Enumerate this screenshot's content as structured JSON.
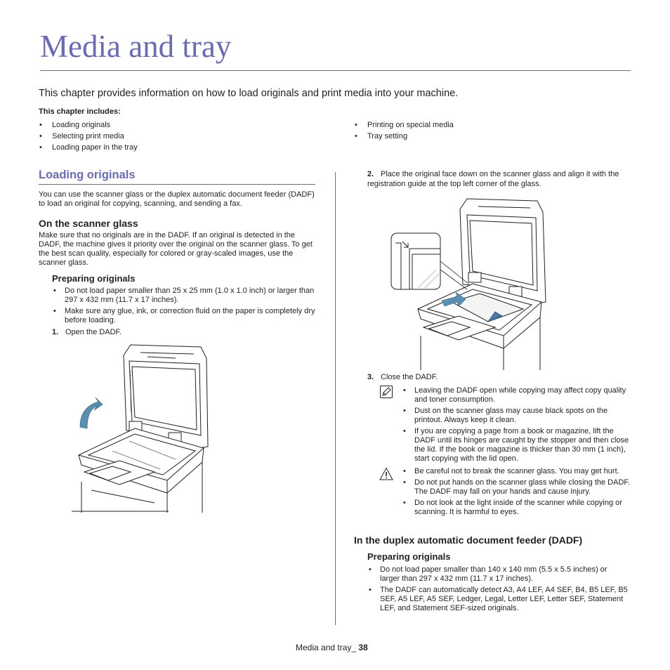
{
  "header": {
    "title": "Media and tray",
    "intro": "This chapter provides information on how to load originals and print media into your machine.",
    "includes_label": "This chapter includes:",
    "toc_left": [
      "Loading originals",
      "Selecting print media",
      "Loading paper in the tray"
    ],
    "toc_right": [
      "Printing on special media",
      "Tray setting"
    ]
  },
  "section": {
    "title": "Loading originals",
    "intro": "You can use the scanner glass or the duplex automatic document feeder (DADF) to load an original for copying, scanning, and sending a fax."
  },
  "scanner_glass": {
    "heading": "On the scanner glass",
    "text": "Make sure that no originals are in the DADF. If an original is detected in the DADF, the machine gives it priority over the original on the scanner glass. To get the best scan quality, especially for colored or gray-scaled images, use the scanner glass.",
    "prep_heading": "Preparing originals",
    "prep_items": [
      "Do not load paper smaller than 25 x 25 mm (1.0 x 1.0 inch) or larger than 297 x 432 mm (11.7 x 17 inches).",
      "Make sure any glue, ink, or correction fluid on the paper is completely dry before loading."
    ],
    "steps": [
      {
        "num": "1.",
        "text": "Open the DADF."
      },
      {
        "num": "2.",
        "text": "Place the original face down on the scanner glass and align it with the registration guide at the top left corner of the glass."
      },
      {
        "num": "3.",
        "text": "Close the DADF."
      }
    ],
    "notes": [
      "Leaving the DADF open while copying may affect copy quality and toner consumption.",
      "Dust on the scanner glass may cause black spots on the printout. Always keep it clean.",
      "If you are copying a page from a book or magazine, lift the DADF until its hinges are caught by the stopper and then close the lid. If the book or magazine is thicker than 30 mm (1 inch), start copying with the lid open."
    ],
    "warnings": [
      "Be careful not to break the scanner glass. You may get hurt.",
      "Do not put hands on the scanner glass while closing the DADF. The DADF may fall on your hands and cause injury.",
      "Do not look at the light inside of the scanner while copying or scanning. It is harmful to eyes."
    ]
  },
  "dadf": {
    "heading": "In the duplex automatic document feeder (DADF)",
    "prep_heading": "Preparing originals",
    "prep_items": [
      "Do not load paper smaller than 140 x 140 mm (5.5 x 5.5 inches) or larger than 297 x 432 mm (11.7 x 17 inches).",
      "The DADF can automatically detect A3, A4 LEF, A4 SEF, B4, B5 LEF, B5 SEF, A5 LEF, A5 SEF, Ledger, Legal, Letter LEF, Letter SEF, Statement LEF, and Statement SEF-sized originals."
    ]
  },
  "footer": {
    "label": "Media and tray_",
    "page": "38"
  },
  "colors": {
    "accent": "#6b6bb0",
    "arrow": "#5a8fb0",
    "text": "#231f20"
  }
}
